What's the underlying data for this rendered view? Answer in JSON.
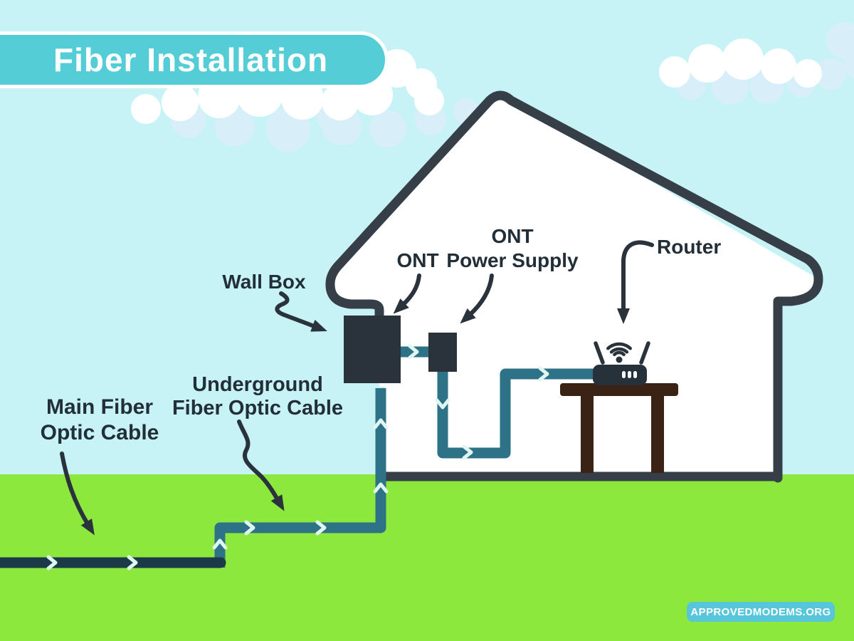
{
  "title": "Fiber Installation",
  "watermark": "APPROVEDMODEMS.ORG",
  "labels": {
    "wall_box": "Wall Box",
    "ont": "ONT",
    "ont_power_supply": {
      "line1": "ONT",
      "line2": "Power Supply"
    },
    "router": "Router",
    "main_fiber": {
      "line1": "Main Fiber",
      "line2": "Optic Cable"
    },
    "underground": {
      "line1": "Underground",
      "line2": "Fiber Optic Cable"
    }
  },
  "colors": {
    "sky": "#C7F3F7",
    "grass": "#8DE83E",
    "house_outline": "#363F48",
    "device_dark": "#2A333C",
    "fiber_main_cable": "#1B3A47",
    "fiber_teal_cable": "#2E7288",
    "table_brown": "#3A2314",
    "banner_teal": "#55CDD7",
    "badge_teal": "#57C6DB",
    "cloud_shadow": "#D8EFFA",
    "label_text": "#222E38",
    "flow_chevron": "#DFF6F2"
  }
}
